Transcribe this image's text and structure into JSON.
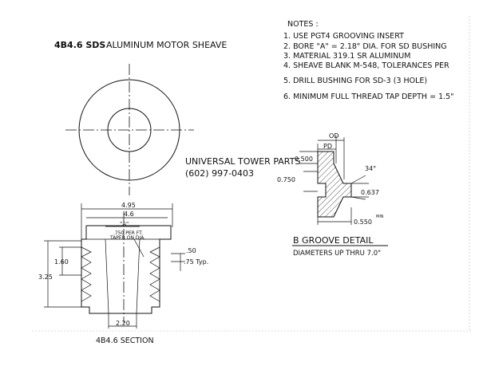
{
  "title": "4B4.6 SDS",
  "subtitle": "ALUMINUM MOTOR SHEAVE",
  "notes": {
    "heading": "NOTES :",
    "items": [
      "1.  USE PGT4 GROOVING INSERT",
      "2.  BORE \"A\" = 2.18\" DIA. FOR SD BUSHING",
      "3.  MATERIAL 319.1 SR ALUMINUM",
      "4.  SHEAVE BLANK M-548, TOLERANCES PER",
      "5.  DRILL BUSHING FOR SD-3 (3 HOLE)",
      "6.  MINIMUM FULL THREAD TAP DEPTH = 1.5\""
    ]
  },
  "company": {
    "name": "UNIVERSAL TOWER PARTS",
    "phone": "(602) 997-0403"
  },
  "section": {
    "label": "4B4.6  SECTION",
    "dims": {
      "overall": "4.95",
      "od": "4.6",
      "bore": "\"A\"",
      "taper": ".750 PER FT.",
      "taper2": "TAPER ON DIA.",
      "pitch": ".50",
      "typ": ".75 Typ.",
      "height": "1.60",
      "total_height": "3.25",
      "hub": "2.20"
    }
  },
  "groove": {
    "title": "B GROOVE DETAIL",
    "subtitle": "DIAMETERS UP THRU 7.0\"",
    "dims": {
      "od": "OD",
      "pd": "PD",
      "d1": "0.500",
      "d2": "0.750",
      "angle": "34°",
      "d3": "0.637",
      "d4": "0.550",
      "min": "MIN"
    }
  }
}
